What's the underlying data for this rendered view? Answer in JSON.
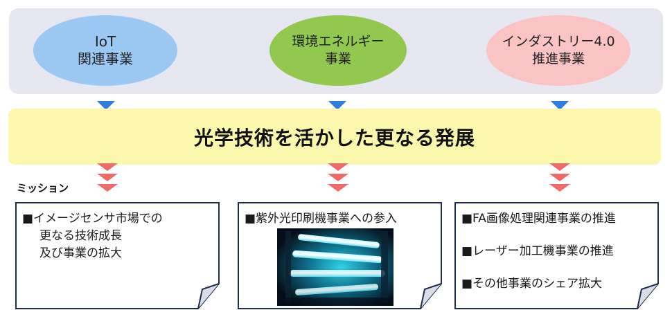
{
  "ellipses": [
    {
      "lines": [
        "IoT",
        "関連事業"
      ],
      "color": "#9cc8f4"
    },
    {
      "lines": [
        "環境エネルギー",
        "事業"
      ],
      "color": "#92c84f"
    },
    {
      "lines": [
        "インダストリー4.0",
        "推進事業"
      ],
      "color": "#fbc4c4"
    }
  ],
  "banner": {
    "text": "光学技術を活かした更なる発展",
    "color": "#fbf7ac"
  },
  "mission_label": "ミッション",
  "cards": [
    {
      "lines": [
        "■イメージセンサ市場での",
        "更なる技術成長",
        "及び事業の拡大"
      ]
    },
    {
      "lines": [
        "■紫外光印刷機事業への参入"
      ],
      "image": "uv-lamp-photo"
    },
    {
      "lines": [
        "■FA画像処理関連事業の推進",
        "■レーザー加工機事業の推進",
        "■その他事業のシェア拡大"
      ]
    }
  ],
  "colors": {
    "band": "#e6e7f1",
    "blue_arrow": "#2f7fe0",
    "red_chevron": "#f06a6a",
    "card_border": "#1f2d4a"
  }
}
